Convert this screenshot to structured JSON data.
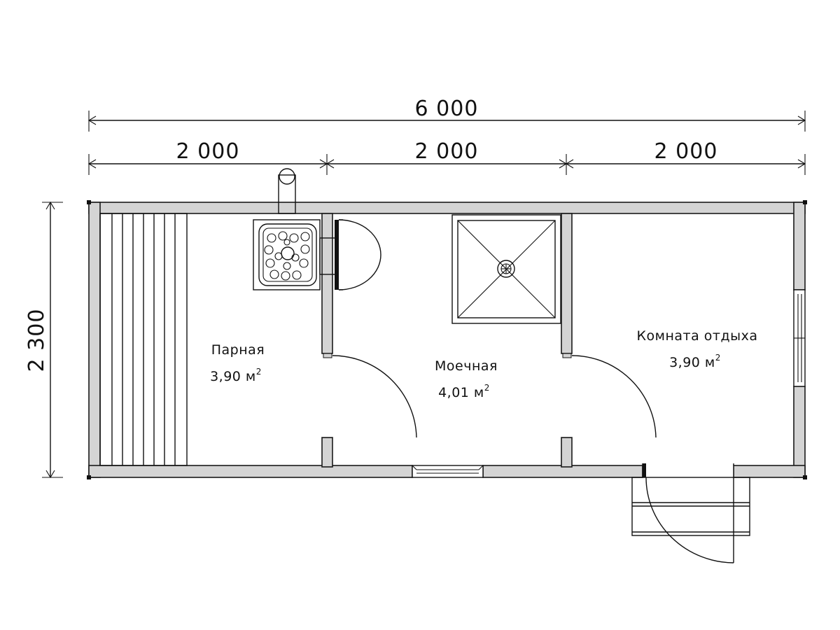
{
  "dimensions": {
    "total_width": "6 000",
    "segment_1": "2 000",
    "segment_2": "2 000",
    "segment_3": "2 000",
    "depth": "2 300"
  },
  "rooms": [
    {
      "name": "Парная",
      "area": "3,90 м",
      "area_sup": "2"
    },
    {
      "name": "Моечная",
      "area": "4,01 м",
      "area_sup": "2"
    },
    {
      "name": "Комната отдыха",
      "area": "3,90 м",
      "area_sup": "2"
    }
  ],
  "colors": {
    "wall_fill": "#d4d4d4",
    "line": "#111111",
    "background": "#ffffff"
  }
}
